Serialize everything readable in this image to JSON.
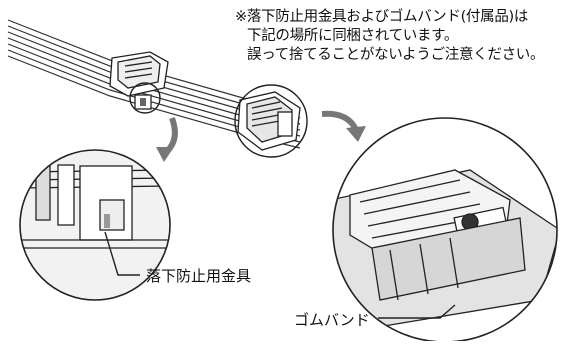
{
  "note": {
    "line1": "※落下防止用金具およびゴムバンド(付属品)は",
    "line2": "下記の場所に同梱されています。",
    "line3": "誤って捨てることがないようご注意ください。"
  },
  "labels": {
    "bracket": "落下防止用金具",
    "rubber_band": "ゴムバンド"
  }
}
